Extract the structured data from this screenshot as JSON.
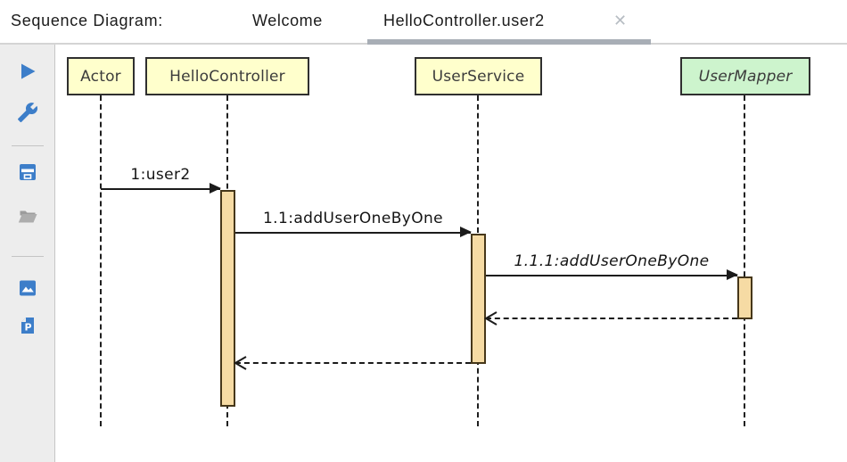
{
  "header": {
    "title": "Sequence Diagram:",
    "tabs": [
      {
        "label": "Welcome",
        "active": false
      },
      {
        "label": "HelloController.user2",
        "active": true,
        "close_icon": "✕"
      }
    ],
    "active_tab_underline_color": "#A8AEB6"
  },
  "toolbar": {
    "buttons": [
      {
        "id": "run",
        "icon": "play-icon",
        "color": "#3D7EC9",
        "enabled": true
      },
      {
        "id": "settings",
        "icon": "wrench-icon",
        "color": "#3D7EC9",
        "enabled": true
      },
      {
        "id": "save",
        "icon": "save-icon",
        "color": "#3D7EC9",
        "enabled": true
      },
      {
        "id": "open",
        "icon": "folder-icon",
        "color": "#A8A8A8",
        "enabled": false
      },
      {
        "id": "export-image",
        "icon": "image-icon",
        "color": "#3D7EC9",
        "enabled": true
      },
      {
        "id": "export-puml",
        "icon": "puml-file-icon",
        "color": "#3D7EC9",
        "enabled": true
      }
    ]
  },
  "diagram": {
    "participants": [
      {
        "name": "Actor",
        "type": "class",
        "fill": "#FFFFCC"
      },
      {
        "name": "HelloController",
        "type": "class",
        "fill": "#FFFFCC"
      },
      {
        "name": "UserService",
        "type": "class",
        "fill": "#FFFFCC"
      },
      {
        "name": "UserMapper",
        "type": "interface",
        "fill": "#CDF4CD",
        "italic": true
      }
    ],
    "messages": [
      {
        "label": "1:user2",
        "from": "Actor",
        "to": "HelloController",
        "kind": "call"
      },
      {
        "label": "1.1:addUserOneByOne",
        "from": "HelloController",
        "to": "UserService",
        "kind": "call"
      },
      {
        "label": "1.1.1:addUserOneByOne",
        "from": "UserService",
        "to": "UserMapper",
        "kind": "call",
        "italic": true
      },
      {
        "label": "",
        "from": "UserMapper",
        "to": "UserService",
        "kind": "return"
      },
      {
        "label": "",
        "from": "UserService",
        "to": "HelloController",
        "kind": "return"
      }
    ],
    "colors": {
      "lifeline": "#1F1F1F",
      "message_line": "#1B1B1B",
      "activation_fill": "#F6DBA4",
      "activation_border": "#46371A",
      "class_fill": "#FFFFCC",
      "interface_fill": "#CDF4CD",
      "box_border": "#2F2F2F"
    }
  }
}
